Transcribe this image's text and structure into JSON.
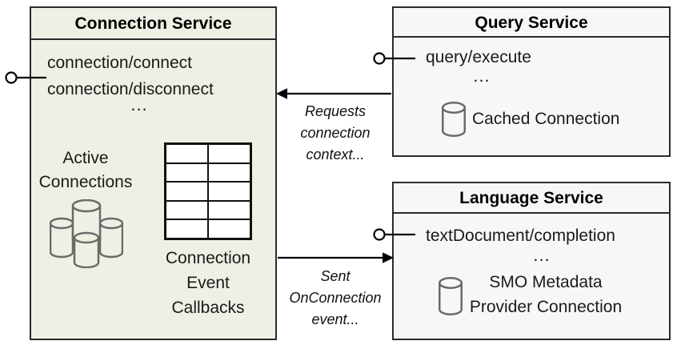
{
  "colors": {
    "connection_fill": "#eef0e5",
    "service_fill": "#f7f8f6",
    "border": "#2b2b2b",
    "cylinder_stroke": "#6a6a6a",
    "arrow": "#000000"
  },
  "connection_service": {
    "title": "Connection Service",
    "methods": [
      "connection/connect",
      "connection/disconnect"
    ],
    "ellipsis": "...",
    "active_connections_label": "Active\nConnections",
    "callbacks_label": "Connection\nEvent\nCallbacks",
    "table": {
      "rows": 5,
      "cols": 2
    },
    "icons": {
      "cluster": "database-cluster-icon",
      "callback_table": "callback-table-grid",
      "interface": "lollipop-interface-icon"
    }
  },
  "query_service": {
    "title": "Query Service",
    "methods": [
      "query/execute"
    ],
    "ellipsis": "...",
    "cached_connection_label": "Cached Connection",
    "icons": {
      "database": "database-icon",
      "interface": "lollipop-interface-icon"
    }
  },
  "language_service": {
    "title": "Language Service",
    "methods": [
      "textDocument/completion"
    ],
    "ellipsis": "...",
    "smo_connection_label": "SMO Metadata\nProvider Connection",
    "icons": {
      "database": "database-icon",
      "interface": "lollipop-interface-icon"
    }
  },
  "arrows": {
    "requests_connection": {
      "label": "Requests\nconnection\ncontext..."
    },
    "sent_onconnection": {
      "label": "Sent\nOnConnection\nevent..."
    }
  }
}
